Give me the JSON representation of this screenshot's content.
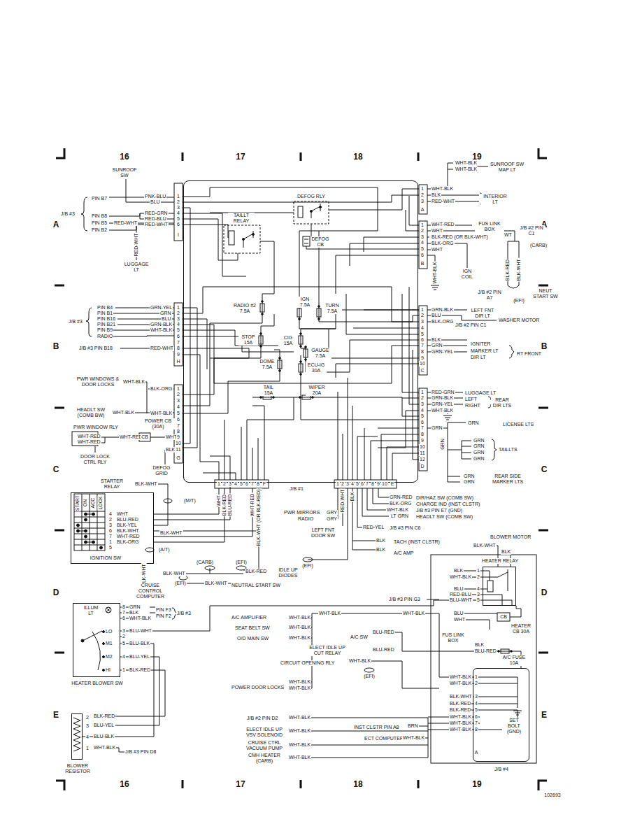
{
  "diagram": {
    "nodes": [
      {
        "text": [
          "J/B #1"
        ]
      },
      {
        "text": [
          "IGNITION SW"
        ]
      },
      {
        "text": [
          "HEATER RELAY"
        ]
      },
      {
        "text": [
          "HEATER BLOWER SW"
        ]
      },
      {
        "text": [
          "BLOWER RESISTOR"
        ]
      },
      {
        "text": [
          "J/B #4"
        ]
      }
    ],
    "edges": [
      {
        "from": 1,
        "to": 0,
        "arrow": "none"
      },
      {
        "from": 3,
        "to": 4,
        "arrow": "none"
      }
    ],
    "labels": [
      "16",
      "17",
      "18",
      "19",
      "A",
      "B",
      "C",
      "D",
      "E",
      "A",
      "B",
      "C",
      "D",
      "E",
      "16",
      "17",
      "18",
      "19",
      "102693",
      "SUNROOF SW",
      "PIN B7",
      "PNK-BLU",
      "BLU",
      "J/B #3",
      "PIN B8",
      "RED-GRN",
      "RED-BLU",
      "PIN B5",
      "RED-WHT",
      "RED-WHT",
      "PIN B2",
      "RED-WHT",
      "LUGGAGE LT",
      "1",
      "2",
      "3",
      "4",
      "5",
      "6",
      "I",
      "PIN B4",
      "GRN-YEL",
      "PIN B1",
      "GRN",
      "J/B #3",
      "PIN B16",
      "BLU",
      "PIN B21",
      "GRN-BLK",
      "PIN B9",
      "WHT-BLK",
      "RADIO",
      "J/B #3 PIN B18",
      "RED-WHT",
      "1",
      "2",
      "3",
      "4",
      "5",
      "6",
      "7",
      "8",
      "9",
      "H",
      "PWR WINDOWS & DOOR LOCKS",
      "WHT-BLK",
      "BLK-ORG",
      "HEADLT SW (COMB BW)",
      "WHT-BLK",
      "WHT-BLK",
      "PWR WINDOW RLY",
      "POWER CB (30A)",
      "WHT-RED",
      "WHT-RED",
      "WHT-RED",
      "CB",
      "WHT",
      "BLK",
      "DOOR LOCK CTRL RLY",
      "DEFOG GRID",
      "1",
      "2",
      "3",
      "4",
      "5",
      "6",
      "7",
      "8",
      "9",
      "10",
      "11",
      "G",
      "DEFOG RLY",
      "TAILLT RELAY",
      "DEFOG CB",
      "RADIO #2 7.5A",
      "IGN 7.5A",
      "TURN 7.5A",
      "STOP 15A",
      "CIG 15A",
      "GAUGE 7.5A",
      "DOME 7.5A",
      "ECU-IG 30A",
      "TAIL 15A",
      "WIPER 20A",
      "1",
      "2",
      "3",
      "4",
      "5",
      "6",
      "7",
      "8",
      "F",
      "1",
      "2",
      "3",
      "4",
      "5",
      "6",
      "7",
      "8",
      "9",
      "10",
      "E",
      "WHT",
      "BLK-RED",
      "BLU-RED",
      "WHT-RED",
      "BLK-WHT (OR BLK-RED)",
      "RED-WHT",
      "BLK",
      "GRN-RED",
      "DIR/HAZ SW (COMB SW)",
      "BLK-ORG",
      "CHARGE IND (INST CLSTR)",
      "WHT-BLK",
      "J/B #3 PIN E7 (GND)",
      "LT GRN",
      "HEADLT SW (COMB SW)",
      "PWR MIRRORS",
      "GRY",
      "RADIO",
      "GRY",
      "RED-YEL",
      "J/B #3 PIN C6",
      "LEFT FNT DOOR SW",
      "BLK",
      "TACH (INST CLSTR)",
      "BLK",
      "A/C AMP",
      "(EFI)",
      "WHT-BLK",
      "WHT-BLK",
      "SUNROOF SW MAP LT",
      "1",
      "2",
      "3",
      "A",
      "WHT-BLK",
      "BLK",
      "RED-WHT",
      "INTERIOR LT",
      "1",
      "2",
      "3",
      "4",
      "5",
      "6",
      "B",
      "WHT-RED",
      "FUS LINK BOX",
      "WHT",
      "J/B #2 PIN C1",
      "WT",
      "BLK-RED (OR BLK-WHT)",
      "BLK-ORG",
      "WHT",
      "(CARB)",
      "WHT-BLK",
      "IGN COIL",
      "BLK-RED",
      "BLK-WHT",
      "J/B #2 PIN A7",
      "(EFI)",
      "NEUT START SW",
      "1",
      "2",
      "3",
      "4",
      "5",
      "6",
      "7",
      "8",
      "9",
      "10",
      "C",
      "GRN-BLK",
      "LEFT FNT DIR LT",
      "BLU",
      "WASHER MOTOR",
      "BLK-ORG",
      "J/B #2 PIN C1",
      "BLK",
      "IGNITER",
      "GRN",
      "MARKER LT",
      "RT FRONT",
      "GRN-YEL",
      "DIR LT",
      "1",
      "2",
      "3",
      "4",
      "5",
      "6",
      "7",
      "8",
      "9",
      "10",
      "11",
      "12",
      "D",
      "RED-GRN",
      "LUGGAGE LT",
      "GRN-BLK",
      "LEFT",
      "GRN-YEL",
      "RIGHT",
      "REAR DIR LTS",
      "WHT-BLK",
      "GRN",
      "GRN",
      "LICENSE LTS",
      "GRN",
      "GRN",
      "GRN",
      "GRN",
      "GRN",
      "TAILLTS",
      "GRN",
      "GRN",
      "REAR SIDE MARKER LTS",
      "STARTER RELAY",
      "BLK-WHT",
      "(M/T)",
      "START",
      "ON",
      "ACC",
      "LOCK",
      "4",
      "2",
      "3",
      "6",
      "7",
      "1",
      "5",
      "WHT",
      "BLU-RED",
      "BLK-YEL",
      "BLK-WHT",
      "WHT-RED",
      "BLK-ORG",
      "BLK-WHT",
      "(A/T)",
      "BLK-WHT",
      "CRUISE CONTROL COMPUTER",
      "BLK-WHT",
      "(CARB)",
      "(EFI)",
      "BLK-RED",
      "IDLE UP DIODES",
      "(EFI)",
      "BLK-WHT",
      "NEUTRAL START SW",
      "8",
      "7",
      "6",
      "3",
      "2",
      "5",
      "4",
      "1",
      "ILLUM LT",
      "LO",
      "M1",
      "M2",
      "HI",
      "GRN",
      "BLK",
      "WHT-BLK",
      "PIN F3",
      "PIN F2",
      "J/B #3",
      "BLU-WHT",
      "BLU-BLK",
      "BLU-YEL",
      "BLK-RED",
      "2",
      "3",
      "4",
      "1",
      "BLK-RED",
      "BLU-YEL",
      "BLU-BLK",
      "WHT-BLK",
      "J/B #3 PIN D8",
      "J/B #3 PIN G3",
      "A/C AMPLIFIER",
      "WHT-BLK",
      "WHT-BLK",
      "WHT-BLK",
      "SEAT BELT SW",
      "WHT-BLK",
      "O/D MAIN SW",
      "WHT-BLK",
      "A/C SW",
      "BLU-RED",
      "ELECT IDLE UP CUT RELAY",
      "BLU-RED",
      "CIRCUIT OPENING RLY",
      "WHT-BLK",
      "(EFI)",
      "WHT-BLK",
      "POWER DOOR LOCKS",
      "WHT-BLK",
      "J/B #2 PIN D2",
      "WHT-BLK",
      "ELECT IDLE UP VSV SOLENOID",
      "WHT-BLK",
      "INST CLSTR PIN A8",
      "BRN",
      "CRUISE CTRL VACUUM PUMP",
      "WHT-BLK",
      "ECT COMPUTER",
      "WHT-BLK",
      "CMH HEATER (CARB)",
      "WHT-BLK",
      "BLOWER MOTOR",
      "BLK-WHT",
      "BLK",
      "BLK",
      "WHT-BLK",
      "BLU",
      "RED-BLU",
      "BLU-WHT",
      "1",
      "2",
      "4",
      "3",
      "5",
      "BLU",
      "WHT",
      "CB",
      "HEATER CB 30A",
      "FUS LINK BOX",
      "BLK",
      "BLU-RED",
      "A/C FUSE 10A",
      "1",
      "2",
      "3",
      "4",
      "5",
      "6",
      "7",
      "8",
      "A",
      "WHT-BLK",
      "WHT-BLK",
      "BLK-WHT",
      "BLK-RED",
      "BLK-RED",
      "WHT-BLK",
      "WHT-BLK",
      "WHT-BLK",
      "SET BOLT (GND)"
    ]
  }
}
